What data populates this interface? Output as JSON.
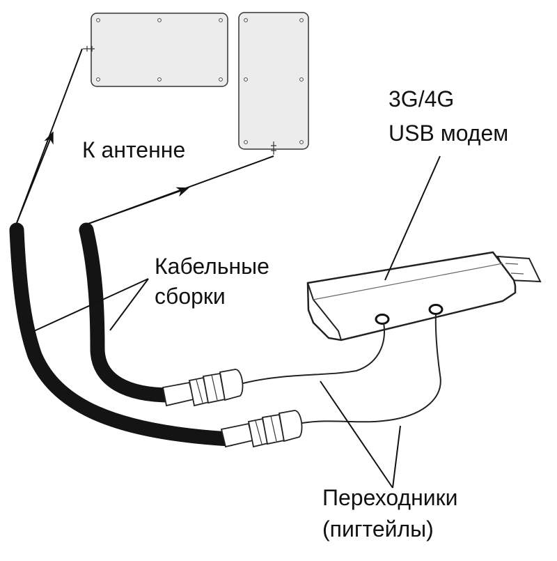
{
  "labels": {
    "to_antenna": "К антенне",
    "modem_line1": "3G/4G",
    "modem_line2": "USB модем",
    "cables_line1": "Кабельные",
    "cables_line2": "сборки",
    "adapters_line1": "Переходники",
    "adapters_line2": "(пигтейлы)"
  },
  "colors": {
    "stroke": "#111111",
    "antenna_fill": "#ececec",
    "modem_fill": "#ffffff",
    "cable": "#141414"
  }
}
